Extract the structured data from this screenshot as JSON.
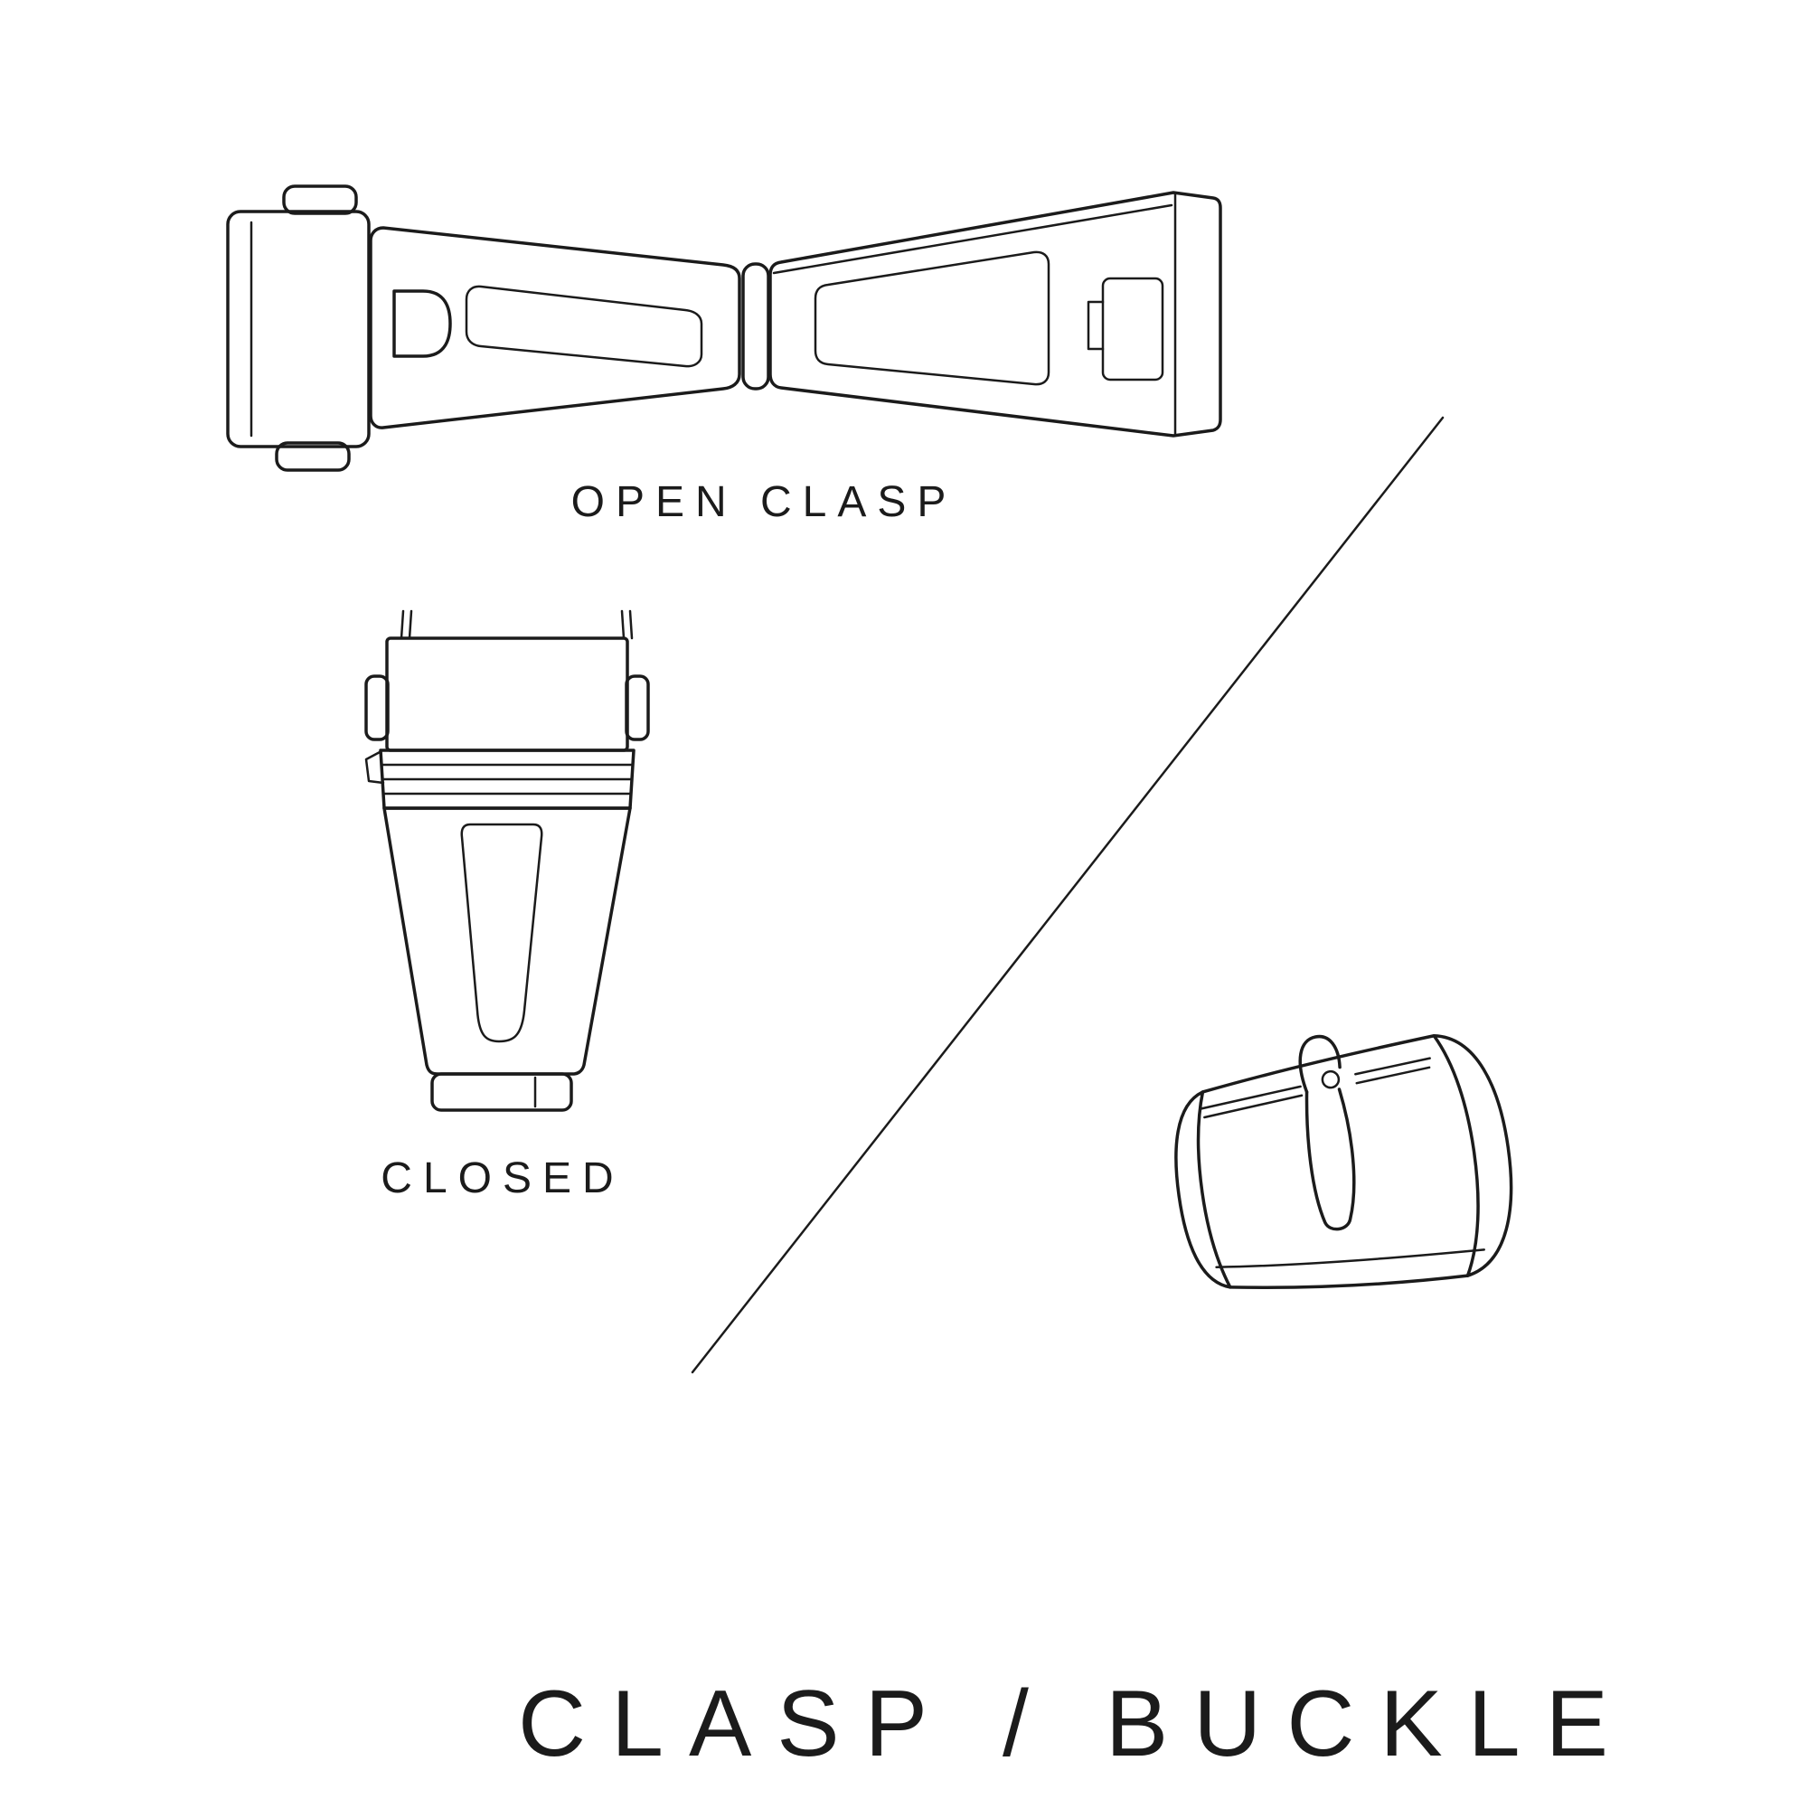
{
  "page": {
    "background_color": "#ffffff",
    "line_color": "#1b1b1b"
  },
  "figures": [
    {
      "id": "open-clasp",
      "caption": "OPEN CLASP"
    },
    {
      "id": "closed-clasp",
      "caption": "CLOSED"
    },
    {
      "id": "tang-buckle",
      "caption": ""
    }
  ],
  "title": "CLASP / BUCKLE"
}
